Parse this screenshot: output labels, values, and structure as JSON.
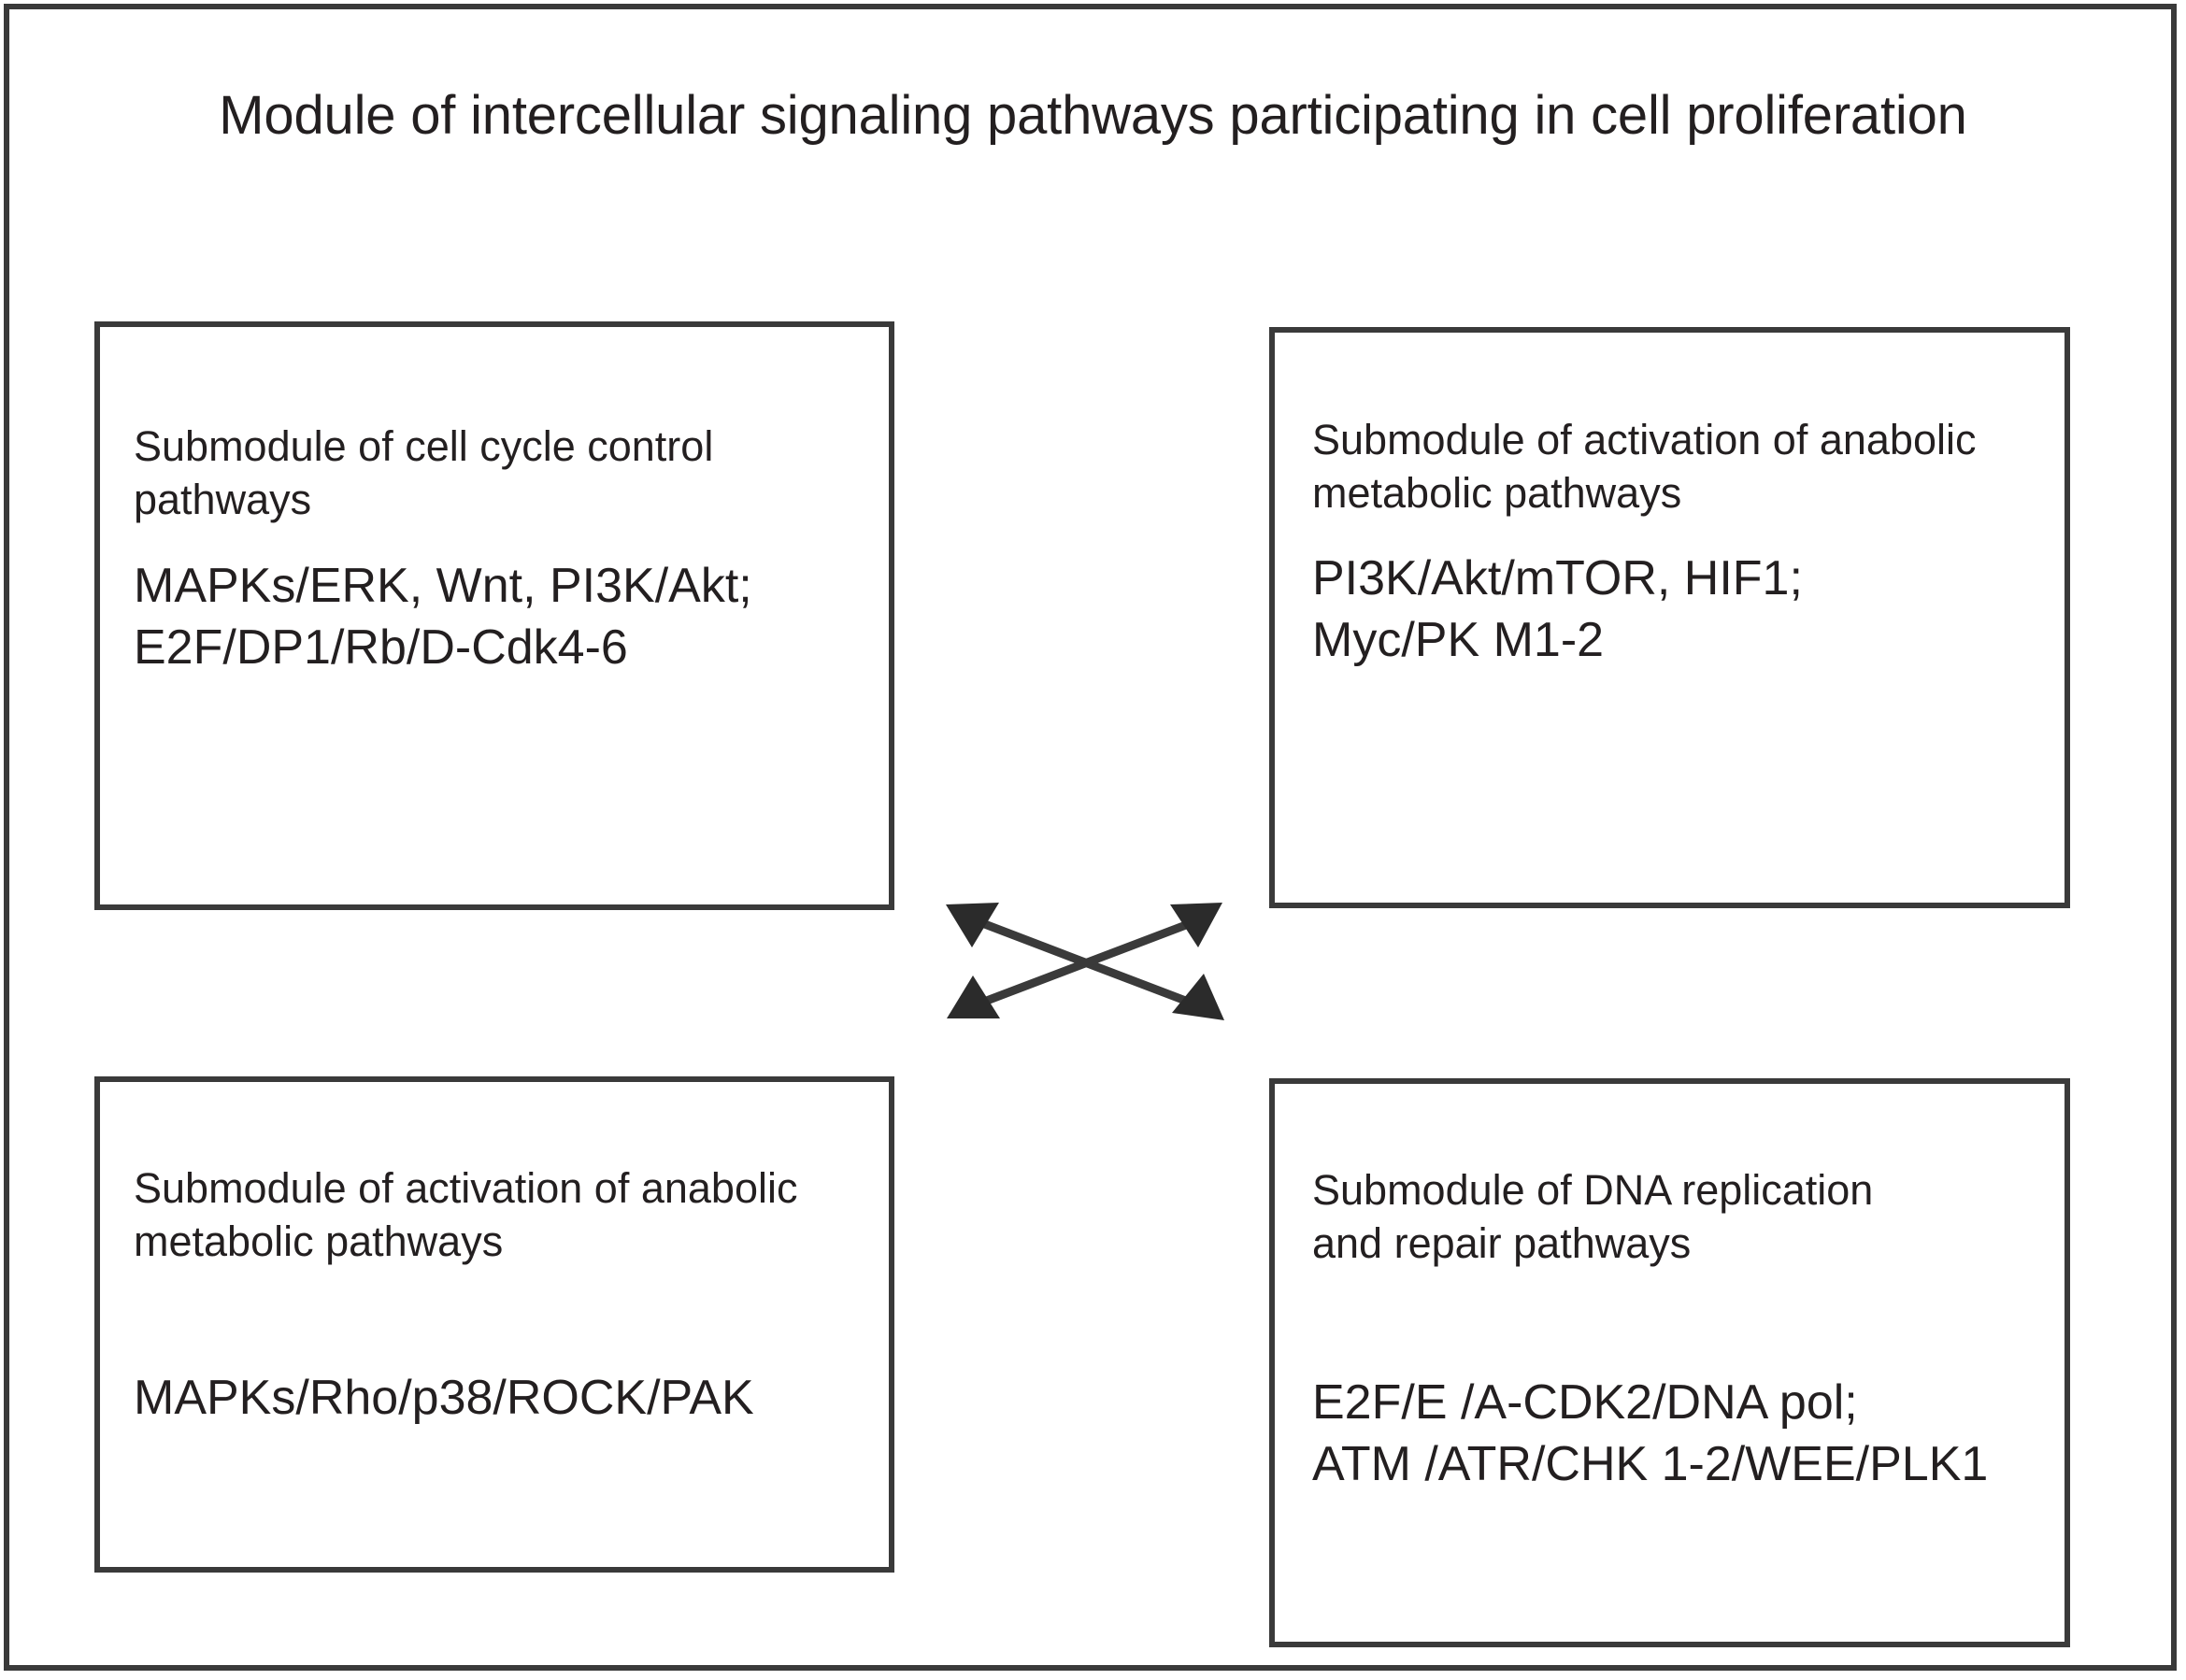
{
  "figure": {
    "title": "Module of intercellular signaling pathways participating in cell proliferation",
    "background_color": "#ffffff",
    "line_color": "#3a3a3a",
    "text_color": "#231f20"
  },
  "boxes": {
    "top_left": {
      "heading": "Submodule of cell cycle control\npathways",
      "pathways": "MAPKs/ERK, Wnt, PI3K/Akt;\nE2F/DP1/Rb/D-Cdk4-6"
    },
    "top_right": {
      "heading": "Submodule of activation of anabolic\nmetabolic pathways",
      "pathways": "PI3K/Akt/mTOR, HIF1;\nMyc/PK M1-2"
    },
    "bottom_left": {
      "heading": "Submodule of activation of anabolic\nmetabolic pathways",
      "pathways": "MAPKs/Rho/p38/ROCK/PAK"
    },
    "bottom_right": {
      "heading": "Submodule of DNA replication\nand repair pathways",
      "pathways": "E2F/E /A-CDK2/DNA pol;\nATM /ATR/CHK 1-2/WEE/PLK1"
    }
  },
  "connectors": [
    {
      "name": "arrow-topleft-to-bottomright",
      "style": "double-headed",
      "from": "top-left-box",
      "to": "bottom-right-box"
    },
    {
      "name": "arrow-bottomleft-to-topright",
      "style": "double-headed",
      "from": "bottom-left-box",
      "to": "top-right-box"
    }
  ]
}
